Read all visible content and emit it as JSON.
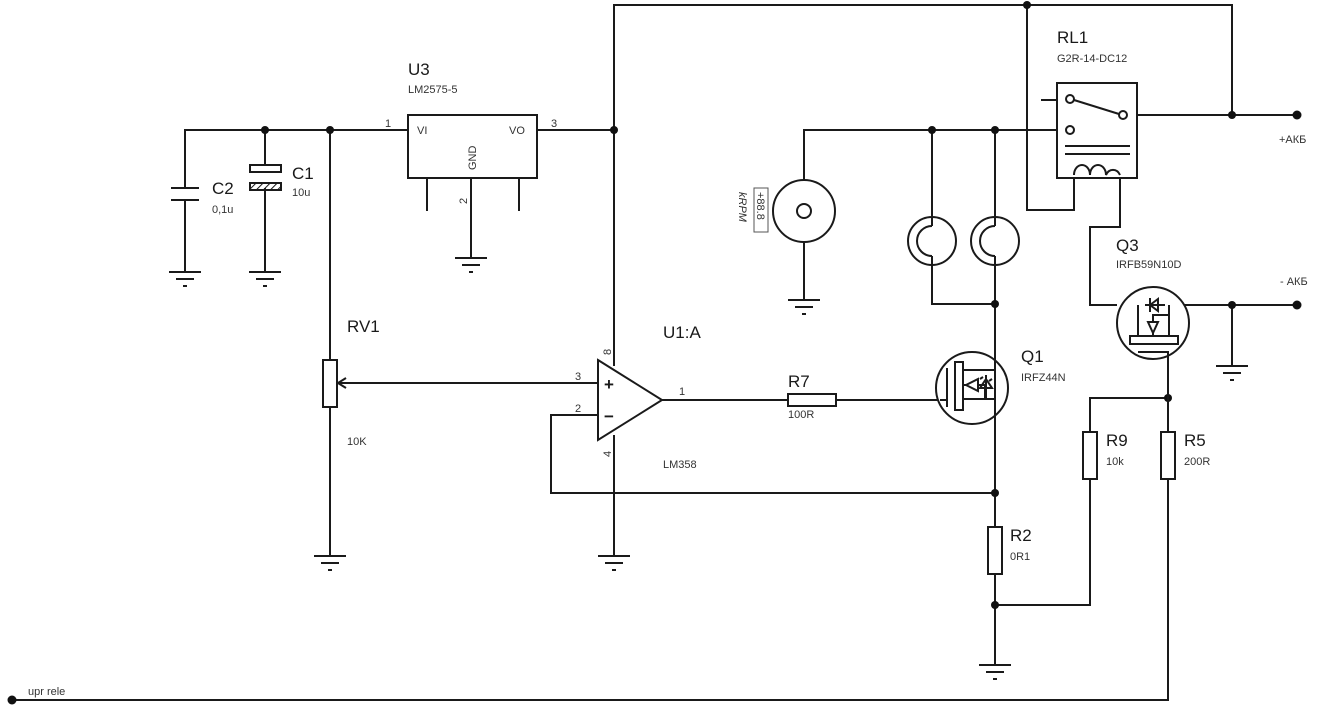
{
  "diagram": {
    "type": "electronic-schematic",
    "components": {
      "U3": {
        "ref": "U3",
        "value": "LM2575-5",
        "pins": {
          "vi": "VI",
          "vo": "VO",
          "gnd": "GND",
          "p1": "1",
          "p2": "2",
          "p3": "3"
        }
      },
      "C1": {
        "ref": "C1",
        "value": "10u"
      },
      "C2": {
        "ref": "C2",
        "value": "0,1u"
      },
      "RV1": {
        "ref": "RV1",
        "value": "10K"
      },
      "U1A": {
        "ref": "U1:A",
        "value": "LM358",
        "pins": {
          "plus": "+",
          "minus": "−",
          "p1": "1",
          "p2": "2",
          "p3": "3",
          "p4": "4",
          "p8": "8"
        }
      },
      "R7": {
        "ref": "R7",
        "value": "100R"
      },
      "Q1": {
        "ref": "Q1",
        "value": "IRFZ44N"
      },
      "R2": {
        "ref": "R2",
        "value": "0R1"
      },
      "RL1": {
        "ref": "RL1",
        "value": "G2R-14-DC12"
      },
      "Q3": {
        "ref": "Q3",
        "value": "IRFB59N10D"
      },
      "R9": {
        "ref": "R9",
        "value": "10k"
      },
      "R5": {
        "ref": "R5",
        "value": "200R"
      },
      "M1": {
        "unit": "kRPM",
        "display": "+88.8"
      }
    },
    "terminals": {
      "bat_plus": "+АКБ",
      "bat_minus": "- АКБ",
      "relay_ctrl": "upr rele"
    }
  }
}
